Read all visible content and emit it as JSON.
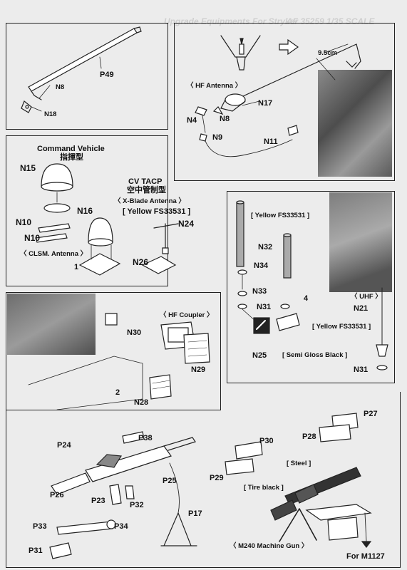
{
  "header": {
    "left": "Upgrade Equipments For Stryker",
    "right": "AF 35259 1/35 SCALE"
  },
  "panel1": {
    "p49": "P49",
    "n8": "N8",
    "n18": "N18"
  },
  "panel2": {
    "hf_antenna": "〈 HF Antenna 〉",
    "dim": "9.5cm",
    "n17": "N17",
    "n8": "N8",
    "n4": "N4",
    "n9": "N9",
    "n11": "N11"
  },
  "panel3": {
    "command_vehicle": "Command Vehicle",
    "command_vehicle_cn": "指揮型",
    "n15": "N15",
    "n16": "N16",
    "n10a": "N10",
    "n10b": "N10",
    "clsm": "〈 CLSM. Antenna 〉",
    "step1": "1",
    "cv_tacp": "CV TACP",
    "cv_tacp_cn": "空中管制型",
    "xblade": "〈 X-Blade Antenna 〉",
    "yellow": "[ Yellow FS33531 ]",
    "n24": "N24",
    "n26": "N26"
  },
  "panel4": {
    "yellow_a": "[ Yellow FS33531 ]",
    "n32": "N32",
    "n34": "N34",
    "n33": "N33",
    "n31a": "N31",
    "step4": "4",
    "n25": "N25",
    "uhf": "〈 UHF 〉",
    "n21": "N21",
    "yellow_b": "[ Yellow FS33531 ]",
    "semi_gloss": "[ Semi Gloss Black ]",
    "n31b": "N31"
  },
  "panel5": {
    "hf_coupler": "〈 HF Coupler 〉",
    "n30": "N30",
    "n29": "N29",
    "n28": "N28",
    "step2": "2"
  },
  "panel6": {
    "p27": "P27",
    "p28": "P28",
    "p30": "P30",
    "p29": "P29",
    "steel": "[ Steel ]",
    "tire_black": "[ Tire black ]",
    "p38": "P38",
    "p24": "P24",
    "p25": "P25",
    "p26": "P26",
    "p23": "P23",
    "p32": "P32",
    "p17": "P17",
    "p34": "P34",
    "p33": "P33",
    "p31": "P31",
    "m240": "〈 M240 Machine Gun 〉",
    "for_m1127": "For M1127"
  }
}
